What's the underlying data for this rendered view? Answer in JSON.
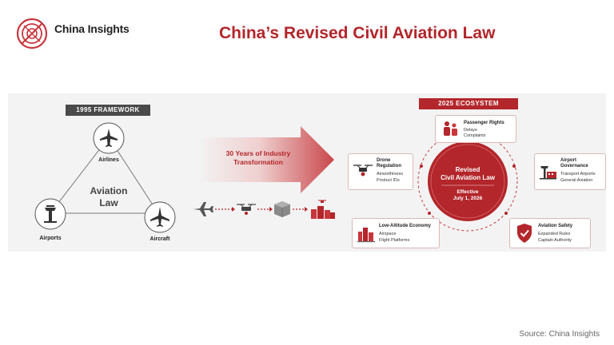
{
  "header": {
    "logo_text": "China Insights",
    "title": "China’s Revised Civil Aviation Law"
  },
  "framework_1995": {
    "label": "1995 FRAMEWORK",
    "center_line1": "Aviation",
    "center_line2": "Law",
    "nodes": {
      "airlines": "Airlines",
      "airports": "Airports",
      "aircraft": "Aircraft"
    }
  },
  "transformation": {
    "line1": "30 Years of Industry",
    "line2": "Transformation"
  },
  "ecosystem_2025": {
    "label": "2025 ECOSYSTEM",
    "center": {
      "line1": "Revised",
      "line2": "Civil Aviation Law",
      "effective1": "Effective",
      "effective2": "July 1, 2026"
    },
    "passenger": {
      "title": "Passenger Rights",
      "l1": "Delays",
      "l2": "Complaints"
    },
    "drone": {
      "title1": "Drone",
      "title2": "Regulation",
      "l1": "Airworthiness",
      "l2": "Product IDs"
    },
    "governance": {
      "title1": "Airport",
      "title2": "Governance",
      "l1": "Transport Airports",
      "l2": "General Aviation"
    },
    "lowalt": {
      "title": "Low-Altitude Economy",
      "l1": "Airspace",
      "l2": "Flight Platforms"
    },
    "safety": {
      "title": "Aviation Safety",
      "l1": "Expanded Rules",
      "l2": "Captain Authority"
    }
  },
  "source": "Source: China Insights",
  "colors": {
    "brand_red": "#b3262b",
    "dark_gray": "#4a4a4a",
    "panel": "#f3f3f3"
  }
}
